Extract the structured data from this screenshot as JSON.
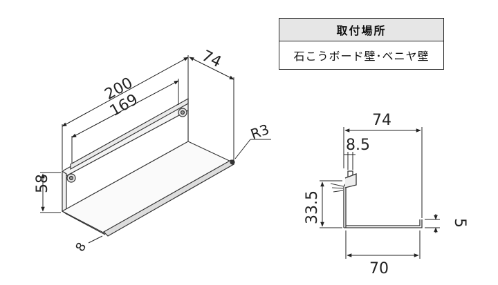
{
  "table": {
    "header": "取付場所",
    "value": "石こうボード壁･ベニヤ壁"
  },
  "iso_view": {
    "dims": {
      "width_overall": "200",
      "width_inner": "169",
      "depth": "74",
      "height": "58",
      "thickness": "8",
      "radius": "R3"
    }
  },
  "section_view": {
    "dims": {
      "depth_top": "74",
      "hook_width": "8.5",
      "hook_height": "33.5",
      "base_width": "70",
      "lip_height": "5"
    }
  }
}
